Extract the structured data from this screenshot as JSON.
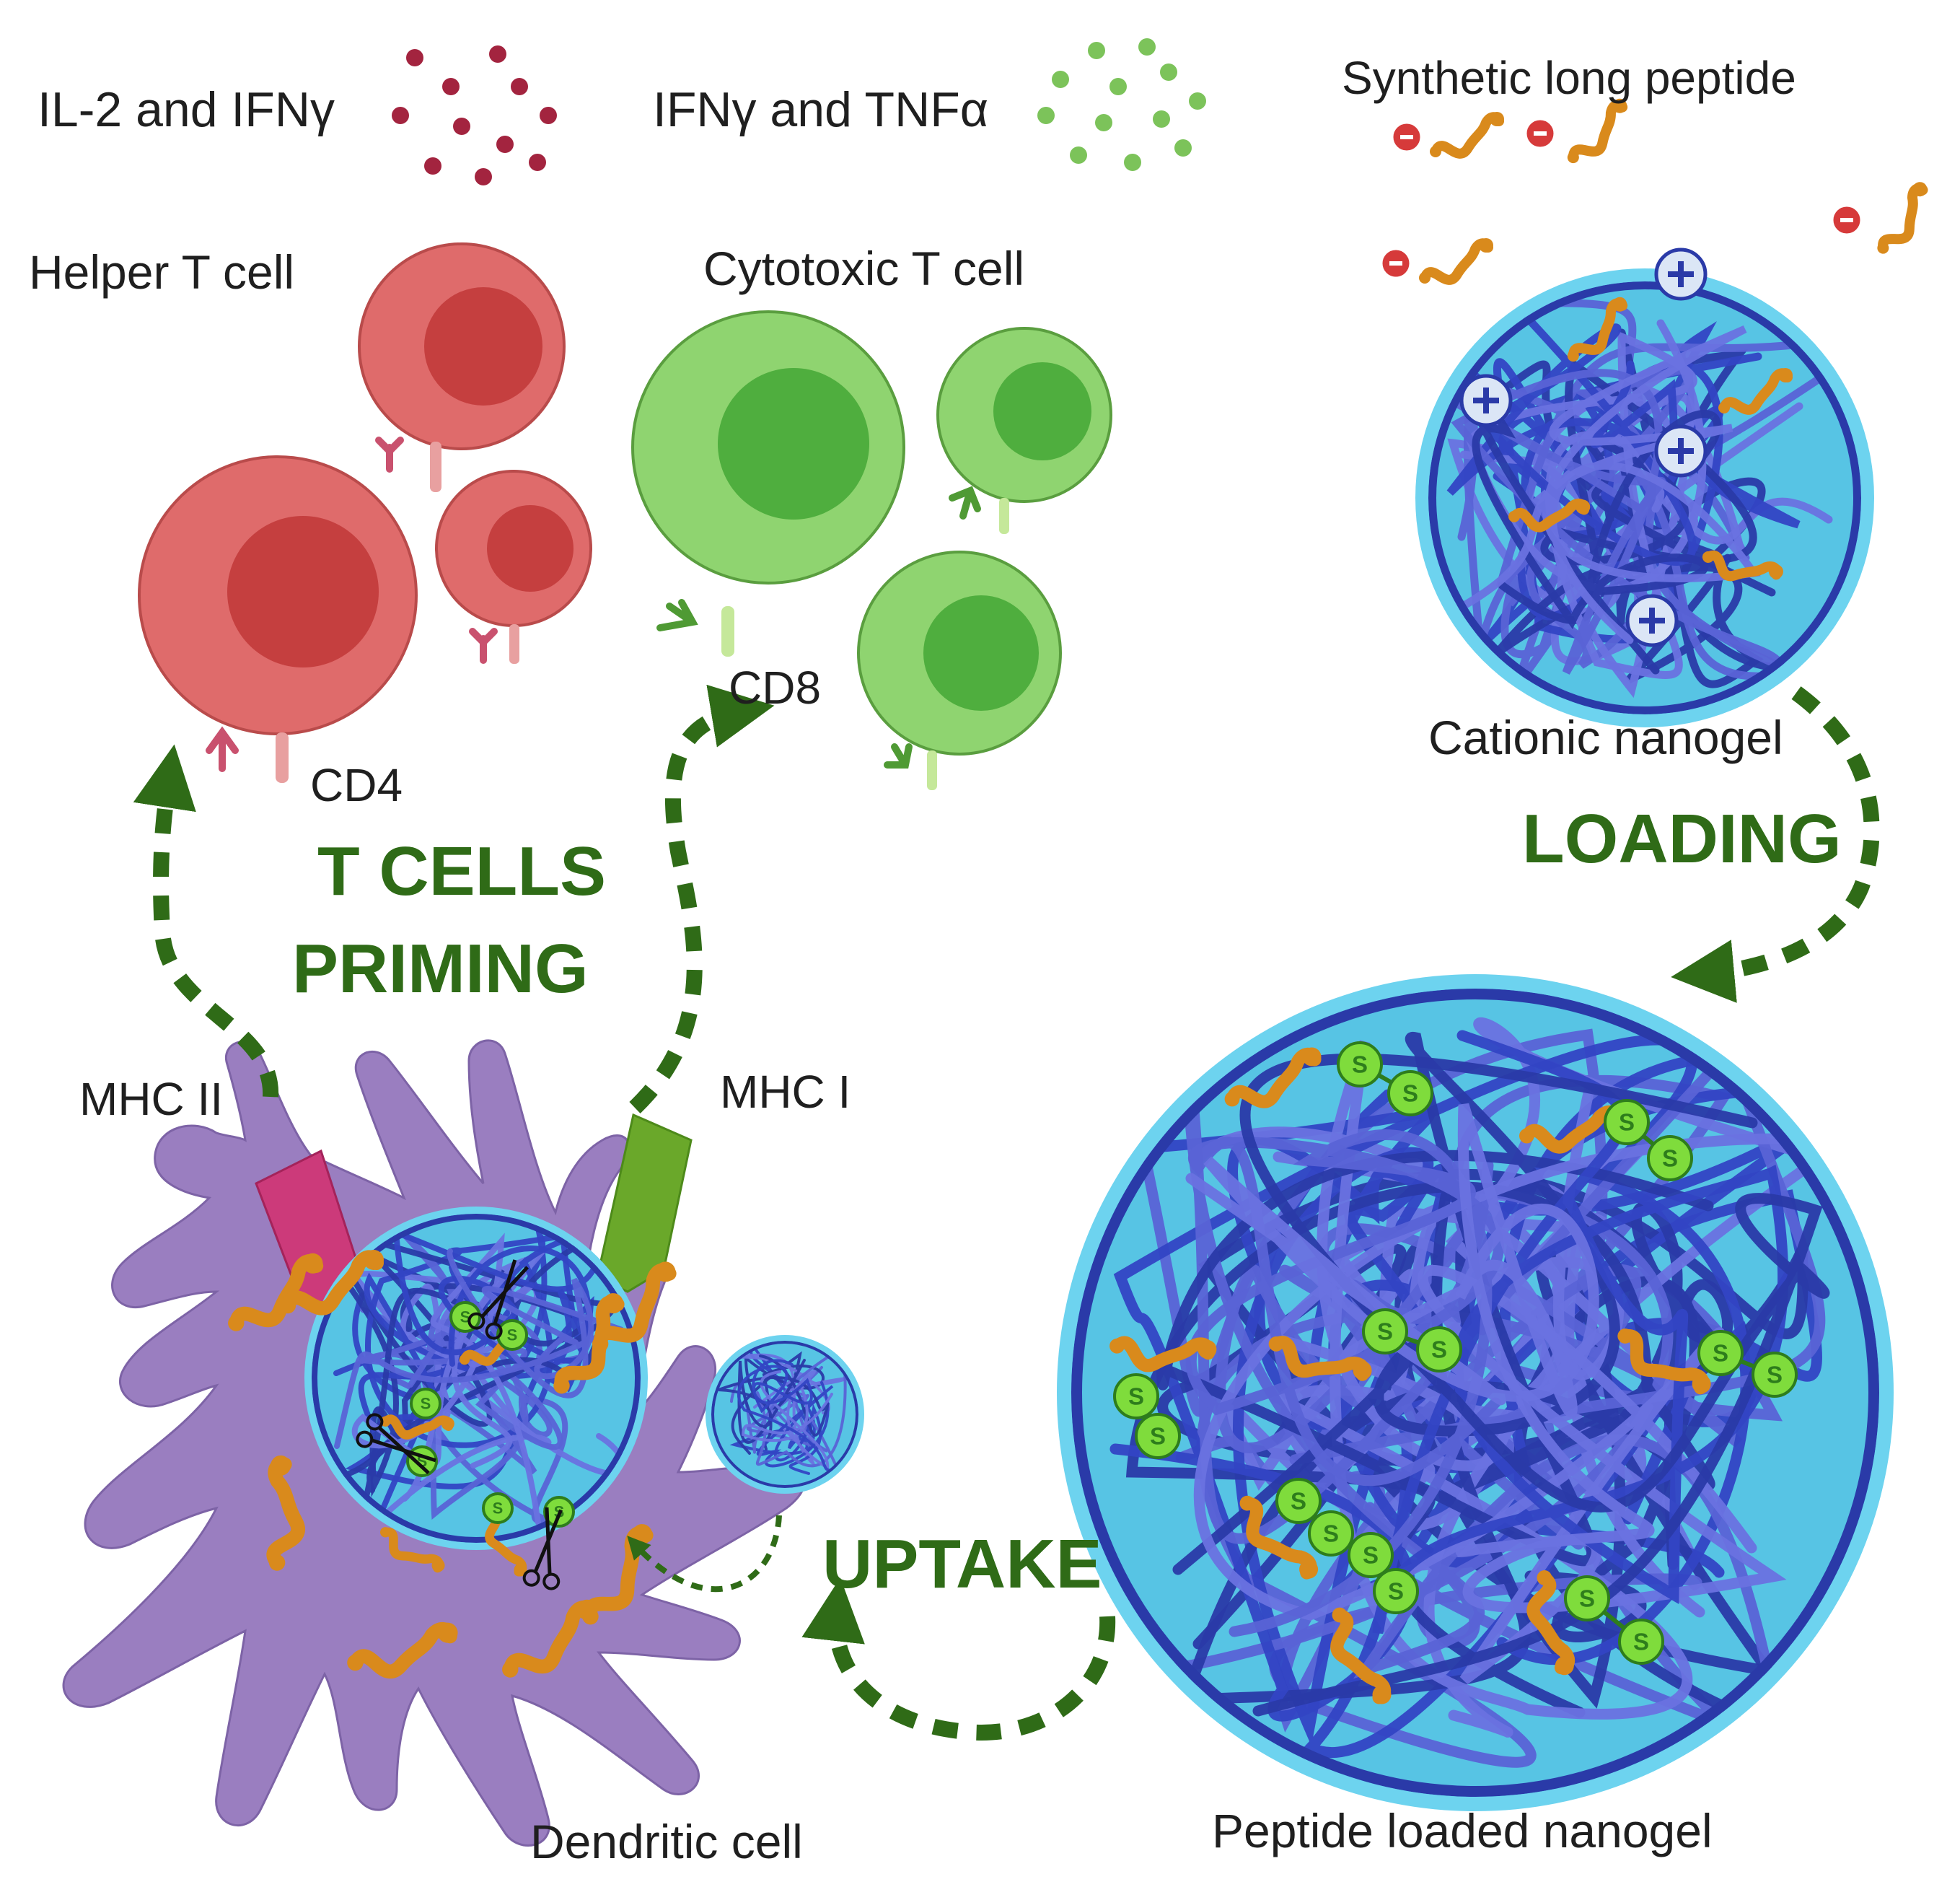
{
  "cytokines": {
    "helper_label": "IL-2 and IFNγ",
    "cytotoxic_label": "IFNγ and TNFα",
    "helper_color": "#a3243f",
    "cytotoxic_color": "#7cc35a"
  },
  "peptide": {
    "label": "Synthetic long peptide",
    "color": "#d98a1c",
    "charge_color": "#d63a3a"
  },
  "helper_t": {
    "label": "Helper T cell",
    "marker": "CD4",
    "outer_color": "#df6b6b",
    "inner_color": "#c53f3f"
  },
  "cytotoxic_t": {
    "label": "Cytotoxic T cell",
    "marker": "CD8",
    "outer_color": "#8fd470",
    "inner_color": "#4fae3e"
  },
  "cationic": {
    "label": "Cationic nanogel",
    "halo_color": "#6dd3ef",
    "strand_color": "#3344c4"
  },
  "loaded": {
    "label": "Peptide loaded nanogel",
    "disulfide_label": "S"
  },
  "dendritic": {
    "label": "Dendritic cell",
    "body_color": "#9a7ec0",
    "mhc2": "MHC II",
    "mhc1": "MHC I",
    "mhc2_color": "#cc3a7a",
    "mhc1_color": "#6aa82a"
  },
  "steps": {
    "priming_line1": "T CELLS",
    "priming_line2": "PRIMING",
    "loading": "LOADING",
    "uptake": "UPTAKE",
    "arrow_color": "#2f6b17"
  }
}
